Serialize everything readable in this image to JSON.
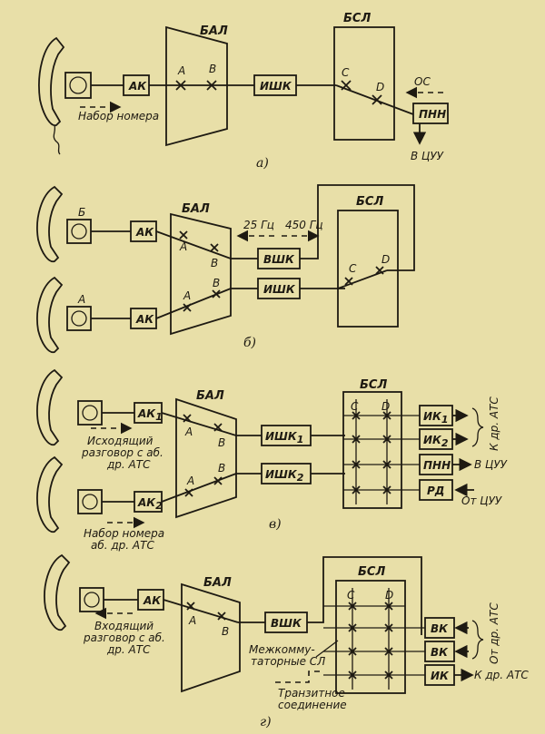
{
  "diagram_a": {
    "caption": "а)",
    "bal": "БАЛ",
    "bsl": "БСЛ",
    "ak": "АК",
    "ishk": "ИШК",
    "pnn": "ПНН",
    "os": "ОС",
    "to_tsuu": "В ЦУУ",
    "dialing": "Набор номера",
    "pt_a": "А",
    "pt_b": "В",
    "pt_c": "С",
    "pt_d": "D"
  },
  "diagram_b": {
    "caption": "б)",
    "bal": "БАЛ",
    "bsl": "БСЛ",
    "sub_b": "Б",
    "sub_a": "А",
    "ak_top": "АК",
    "ak_bottom": "АК",
    "vshk": "ВШК",
    "ishk": "ИШК",
    "freq1": "25 Гц",
    "freq2": "450 Гц",
    "pt_a1": "А",
    "pt_b1": "В",
    "pt_a2": "А",
    "pt_b2": "В",
    "pt_c": "С",
    "pt_d": "D"
  },
  "diagram_v": {
    "caption": "в)",
    "bal": "БАЛ",
    "bsl": "БСЛ",
    "ak1": "АК",
    "ak1_sub": "1",
    "ak2": "АК",
    "ak2_sub": "2",
    "ishk1": "ИШК",
    "ishk1_sub": "1",
    "ishk2": "ИШК",
    "ishk2_sub": "2",
    "ik1": "ИК",
    "ik1_sub": "1",
    "ik2": "ИК",
    "ik2_sub": "2",
    "pnn": "ПНН",
    "rd": "РД",
    "to_other_ats": "К др. АТС",
    "to_tsuu": "В ЦУУ",
    "from_tsuu": "От ЦУУ",
    "outgoing_line1": "Исходящий",
    "outgoing_line2": "разговор с аб.",
    "outgoing_line3": "др. АТС",
    "dialing_line1": "Набор номера",
    "dialing_line2": "аб. др. АТС",
    "pt_a1": "А",
    "pt_b1": "В",
    "pt_a2": "А",
    "pt_b2": "В",
    "pt_c": "С",
    "pt_d": "D"
  },
  "diagram_g": {
    "caption": "г)",
    "bal": "БАЛ",
    "bsl": "БСЛ",
    "ak": "АК",
    "vshk": "ВШК",
    "vk1": "ВК",
    "vk2": "ВК",
    "ik": "ИК",
    "from_other_ats": "От др. АТС",
    "to_other_ats": "К др. АТС",
    "incoming_line1": "Входящий",
    "incoming_line2": "разговор с аб.",
    "incoming_line3": "др. АТС",
    "intercom_line1": "Межкомму-",
    "intercom_line2": "таторные СЛ",
    "transit_line1": "Транзитное",
    "transit_line2": "соединение",
    "pt_a": "А",
    "pt_b": "В",
    "pt_c": "С",
    "pt_d": "D"
  },
  "colors": {
    "paper": "#e8dfa8",
    "ink": "#1e1a12"
  },
  "icons": [
    "telephone-handset-icon",
    "dial-icon",
    "crosspoint-icon",
    "arrow-icon",
    "brace-icon"
  ]
}
